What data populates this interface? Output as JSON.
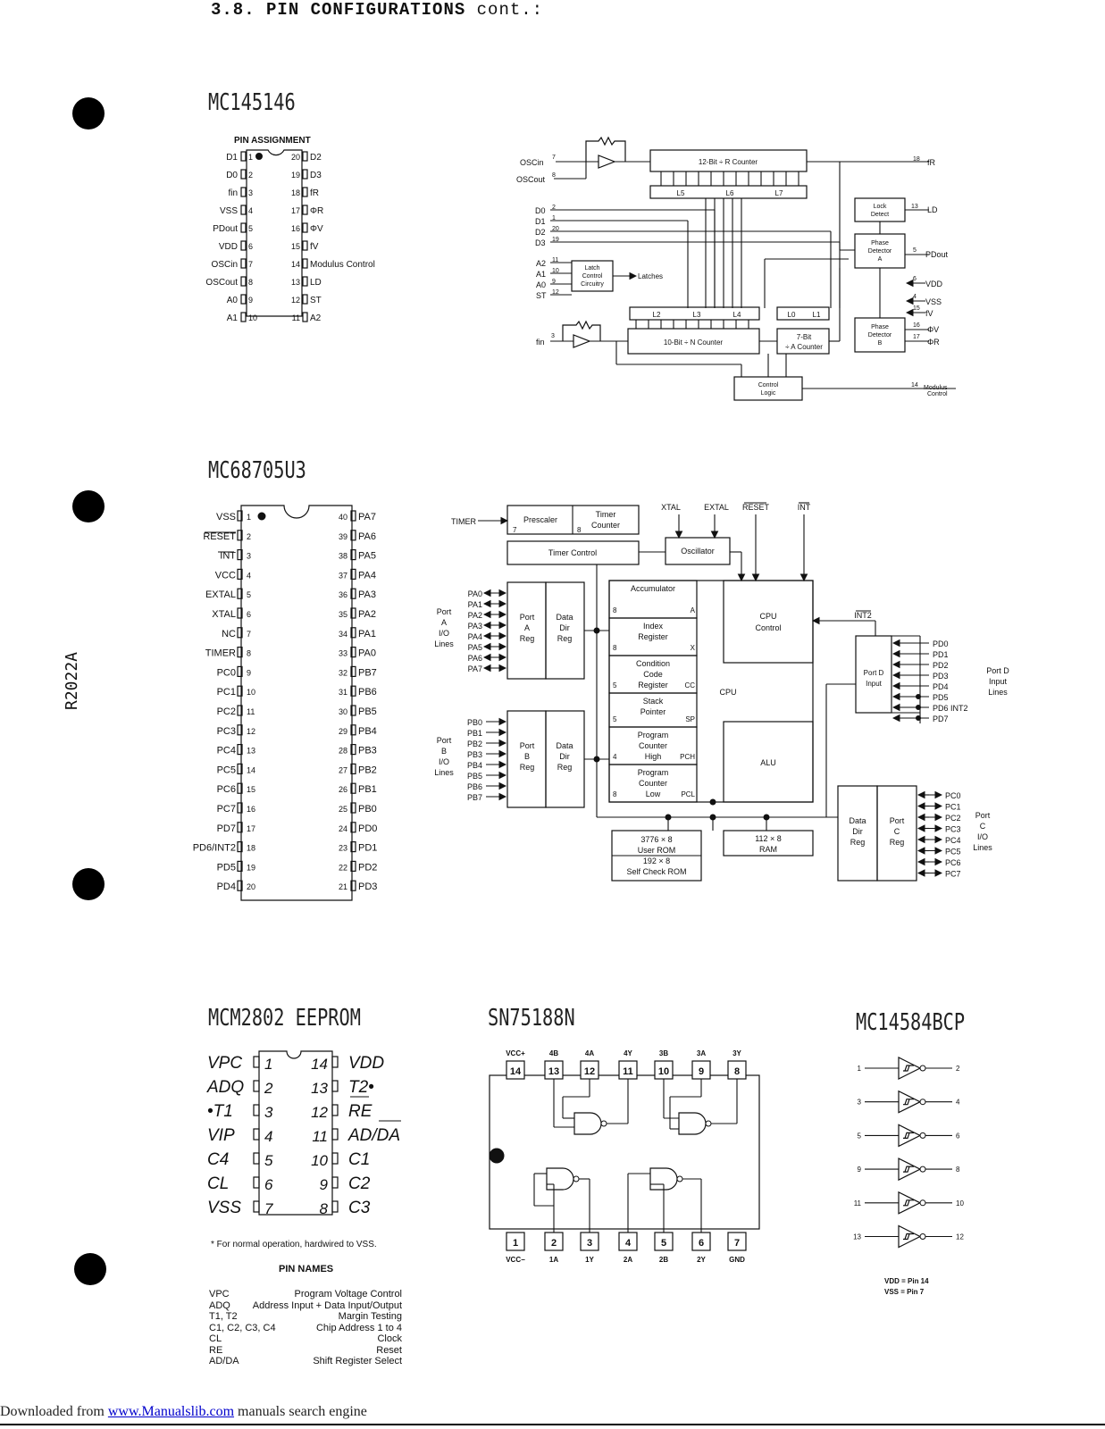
{
  "header": {
    "title": "3.8. PIN CONFIGURATIONS",
    "cont": "cont.:"
  },
  "side_code": "R2022A",
  "footer": {
    "prefix": "Downloaded from ",
    "link": "www.Manualslib.com",
    "suffix": " manuals search engine"
  },
  "mc145146": {
    "title": "MC145146",
    "assign_title": "PIN ASSIGNMENT",
    "left_pins": [
      {
        "n": "1",
        "name": "D1"
      },
      {
        "n": "2",
        "name": "D0"
      },
      {
        "n": "3",
        "name": "fin"
      },
      {
        "n": "4",
        "name": "VSS"
      },
      {
        "n": "5",
        "name": "PDout"
      },
      {
        "n": "6",
        "name": "VDD"
      },
      {
        "n": "7",
        "name": "OSCin"
      },
      {
        "n": "8",
        "name": "OSCout"
      },
      {
        "n": "9",
        "name": "A0"
      },
      {
        "n": "10",
        "name": "A1"
      }
    ],
    "right_pins": [
      {
        "n": "20",
        "name": "D2"
      },
      {
        "n": "19",
        "name": "D3"
      },
      {
        "n": "18",
        "name": "fR"
      },
      {
        "n": "17",
        "name": "ΦR"
      },
      {
        "n": "16",
        "name": "ΦV"
      },
      {
        "n": "15",
        "name": "fV"
      },
      {
        "n": "14",
        "name": "Modulus Control"
      },
      {
        "n": "13",
        "name": "LD"
      },
      {
        "n": "12",
        "name": "ST"
      },
      {
        "n": "11",
        "name": "A2"
      }
    ],
    "block": {
      "r_counter": "12-Bit ÷ R Counter",
      "n_counter": "10-Bit ÷ N Counter",
      "a_counter_1": "7-Bit",
      "a_counter_2": "÷ A Counter",
      "latch": [
        "Latch",
        "Control",
        "Circuitry"
      ],
      "latches": "Latches",
      "lock": [
        "Lock",
        "Detect"
      ],
      "pda": [
        "Phase",
        "Detector",
        "A"
      ],
      "pdb": [
        "Phase",
        "Detector",
        "B"
      ],
      "control": [
        "Control",
        "Logic"
      ],
      "modulus": [
        "Modulus",
        "Control"
      ],
      "l_top": [
        "L5",
        "L6",
        "L7"
      ],
      "l_bot": [
        "L2",
        "L3",
        "L4"
      ],
      "l_a": [
        "L0",
        "L1"
      ],
      "inputs": [
        {
          "name": "OSCin",
          "pin": "7"
        },
        {
          "name": "OSCout",
          "pin": "8"
        },
        {
          "name": "D0",
          "pin": "2"
        },
        {
          "name": "D1",
          "pin": "1"
        },
        {
          "name": "D2",
          "pin": "20"
        },
        {
          "name": "D3",
          "pin": "19"
        },
        {
          "name": "A2",
          "pin": "11"
        },
        {
          "name": "A1",
          "pin": "10"
        },
        {
          "name": "A0",
          "pin": "9"
        },
        {
          "name": "ST",
          "pin": "12"
        },
        {
          "name": "fin",
          "pin": "3"
        }
      ],
      "outputs": [
        {
          "name": "fR",
          "pin": "18"
        },
        {
          "name": "LD",
          "pin": "13"
        },
        {
          "name": "PDout",
          "pin": "5"
        },
        {
          "name": "VDD",
          "pin": "6"
        },
        {
          "name": "VSS",
          "pin": "4"
        },
        {
          "name": "fV",
          "pin": "15"
        },
        {
          "name": "ΦV",
          "pin": "16"
        },
        {
          "name": "ΦR",
          "pin": "17"
        },
        {
          "name": "Modulus Control",
          "pin": "14"
        }
      ]
    }
  },
  "mc68705": {
    "title": "MC68705U3",
    "left_pins": [
      "VSS",
      "RESET",
      "INT",
      "VCC",
      "EXTAL",
      "XTAL",
      "NC",
      "TIMER",
      "PC0",
      "PC1",
      "PC2",
      "PC3",
      "PC4",
      "PC5",
      "PC6",
      "PC7",
      "PD7",
      "PD6/INT2",
      "PD5",
      "PD4"
    ],
    "right_pins": [
      "PA7",
      "PA6",
      "PA5",
      "PA4",
      "PA3",
      "PA2",
      "PA1",
      "PA0",
      "PB7",
      "PB6",
      "PB5",
      "PB4",
      "PB3",
      "PB2",
      "PB1",
      "PB0",
      "PD0",
      "PD1",
      "PD2",
      "PD3"
    ],
    "block": {
      "timer": "TIMER",
      "prescaler": "Prescaler",
      "timer_counter": [
        "Timer",
        "Counter"
      ],
      "timer_control": "Timer Control",
      "xtal": "XTAL",
      "extal": "EXTAL",
      "reset": "RESET",
      "int": "INT",
      "oscillator": "Oscillator",
      "accumulator": "Accumulator",
      "acc_a": "A",
      "index": [
        "Index",
        "Register"
      ],
      "index_x": "X",
      "ccr": [
        "Condition",
        "Code",
        "Register"
      ],
      "ccr_cc": "CC",
      "sp": [
        "Stack",
        "Pointer"
      ],
      "sp_label": "SP",
      "pch": [
        "Program",
        "Counter",
        "High"
      ],
      "pch_label": "PCH",
      "pcl": [
        "Program",
        "Counter",
        "Low"
      ],
      "pcl_label": "PCL",
      "cpu_control": [
        "CPU",
        "Control"
      ],
      "cpu": "CPU",
      "alu": "ALU",
      "int2": "INT2",
      "rom": [
        "3776 × 8",
        "User ROM",
        "192 × 8",
        "Self Check ROM"
      ],
      "ram": [
        "112 × 8",
        "RAM"
      ],
      "port_a": [
        "Port",
        "A",
        "Reg"
      ],
      "ddr": [
        "Data",
        "Dir",
        "Reg"
      ],
      "port_b": [
        "Port",
        "B",
        "Reg"
      ],
      "port_c": [
        "Port",
        "C",
        "Reg"
      ],
      "port_d": [
        "Port D",
        "Input"
      ],
      "pa_lines": [
        "PA0",
        "PA1",
        "PA2",
        "PA3",
        "PA4",
        "PA5",
        "PA6",
        "PA7"
      ],
      "pb_lines": [
        "PB0",
        "PB1",
        "PB2",
        "PB3",
        "PB4",
        "PB5",
        "PB6",
        "PB7"
      ],
      "pc_lines": [
        "PC0",
        "PC1",
        "PC2",
        "PC3",
        "PC4",
        "PC5",
        "PC6",
        "PC7"
      ],
      "pd_lines": [
        "PD0",
        "PD1",
        "PD2",
        "PD3",
        "PD4",
        "PD5",
        "PD6 INT2",
        "PD7"
      ],
      "port_a_io": [
        "Port",
        "A",
        "I/O",
        "Lines"
      ],
      "port_b_io": [
        "Port",
        "B",
        "I/O",
        "Lines"
      ],
      "port_c_io": [
        "Port",
        "C",
        "I/O",
        "Lines"
      ],
      "port_d_io": [
        "Port D",
        "Input",
        "Lines"
      ],
      "bits": {
        "acc": "8",
        "idx": "8",
        "ccr": "5",
        "sp": "5",
        "pch": "4",
        "pcl": "8",
        "pre": "7",
        "tc": "8"
      }
    }
  },
  "mcm2802": {
    "title": "MCM2802 EEPROM",
    "left_pins": [
      {
        "n": "1",
        "name": "VPC"
      },
      {
        "n": "2",
        "name": "ADQ"
      },
      {
        "n": "3",
        "name": "•T1"
      },
      {
        "n": "4",
        "name": "VIP"
      },
      {
        "n": "5",
        "name": "C4"
      },
      {
        "n": "6",
        "name": "CL"
      },
      {
        "n": "7",
        "name": "VSS"
      }
    ],
    "right_pins": [
      {
        "n": "14",
        "name": "VDD"
      },
      {
        "n": "13",
        "name": "T2•"
      },
      {
        "n": "12",
        "name": "RE"
      },
      {
        "n": "11",
        "name": "AD/DA"
      },
      {
        "n": "10",
        "name": "C1"
      },
      {
        "n": "9",
        "name": "C2"
      },
      {
        "n": "8",
        "name": "C3"
      }
    ],
    "note": "* For normal operation, hardwired to VSS.",
    "pin_names_title": "PIN NAMES",
    "pin_names": [
      {
        "pin": "VPC",
        "desc": "Program Voltage Control"
      },
      {
        "pin": "ADQ",
        "desc": "Address Input + Data Input/Output"
      },
      {
        "pin": "T1, T2",
        "desc": "Margin Testing"
      },
      {
        "pin": "C1, C2, C3, C4",
        "desc": "Chip Address 1 to 4"
      },
      {
        "pin": "CL",
        "desc": "Clock"
      },
      {
        "pin": "RE",
        "desc": "Reset"
      },
      {
        "pin": "AD/DA",
        "desc": "Shift Register Select"
      }
    ]
  },
  "sn75188": {
    "title": "SN75188N",
    "top_labels": [
      "VCC+",
      "4B",
      "4A",
      "4Y",
      "3B",
      "3A",
      "3Y"
    ],
    "top_pins": [
      "14",
      "13",
      "12",
      "11",
      "10",
      "9",
      "8"
    ],
    "bottom_pins": [
      "1",
      "2",
      "3",
      "4",
      "5",
      "6",
      "7"
    ],
    "bottom_labels": [
      "VCC−",
      "1A",
      "1Y",
      "2A",
      "2B",
      "2Y",
      "GND"
    ]
  },
  "mc14584": {
    "title": "MC14584BCP",
    "gates": [
      {
        "in": "1",
        "out": "2"
      },
      {
        "in": "3",
        "out": "4"
      },
      {
        "in": "5",
        "out": "6"
      },
      {
        "in": "9",
        "out": "8"
      },
      {
        "in": "11",
        "out": "10"
      },
      {
        "in": "13",
        "out": "12"
      }
    ],
    "notes": [
      "VDD = Pin 14",
      "VSS = Pin 7"
    ]
  }
}
